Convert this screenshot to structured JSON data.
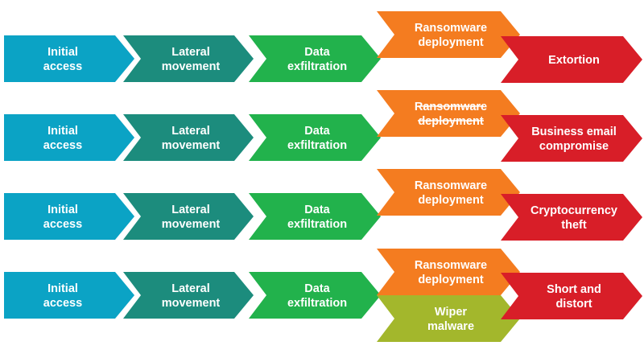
{
  "colors": {
    "initial": "#0ba3c5",
    "lateral": "#1c8c7d",
    "exfil": "#22b24c",
    "ransom": "#f47c20",
    "extortion": "#d81e28",
    "wiper": "#a3b72c"
  },
  "rows": [
    {
      "stages": [
        {
          "lines": [
            "Initial",
            "access"
          ],
          "color": "initial"
        },
        {
          "lines": [
            "Lateral",
            "movement"
          ],
          "color": "lateral"
        },
        {
          "lines": [
            "Data",
            "exfiltration"
          ],
          "color": "exfil"
        }
      ],
      "payloads": [
        {
          "lines": [
            "Ransomware",
            "deployment"
          ],
          "color": "ransom",
          "struck": false
        }
      ],
      "outcome": {
        "lines": [
          "Extortion"
        ],
        "color": "extortion"
      }
    },
    {
      "stages": [
        {
          "lines": [
            "Initial",
            "access"
          ],
          "color": "initial"
        },
        {
          "lines": [
            "Lateral",
            "movement"
          ],
          "color": "lateral"
        },
        {
          "lines": [
            "Data",
            "exfiltration"
          ],
          "color": "exfil"
        }
      ],
      "payloads": [
        {
          "lines": [
            "Ransomware",
            "deployment"
          ],
          "color": "ransom",
          "struck": true
        }
      ],
      "outcome": {
        "lines": [
          "Business email",
          "compromise"
        ],
        "color": "extortion"
      }
    },
    {
      "stages": [
        {
          "lines": [
            "Initial",
            "access"
          ],
          "color": "initial"
        },
        {
          "lines": [
            "Lateral",
            "movement"
          ],
          "color": "lateral"
        },
        {
          "lines": [
            "Data",
            "exfiltration"
          ],
          "color": "exfil"
        }
      ],
      "payloads": [
        {
          "lines": [
            "Ransomware",
            "deployment"
          ],
          "color": "ransom",
          "struck": false
        }
      ],
      "outcome": {
        "lines": [
          "Cryptocurrency",
          "theft"
        ],
        "color": "extortion"
      }
    },
    {
      "stages": [
        {
          "lines": [
            "Initial",
            "access"
          ],
          "color": "initial"
        },
        {
          "lines": [
            "Lateral",
            "movement"
          ],
          "color": "lateral"
        },
        {
          "lines": [
            "Data",
            "exfiltration"
          ],
          "color": "exfil"
        }
      ],
      "payloads": [
        {
          "lines": [
            "Ransomware",
            "deployment"
          ],
          "color": "ransom",
          "struck": false
        },
        {
          "lines": [
            "Wiper",
            "malware"
          ],
          "color": "wiper",
          "struck": false
        }
      ],
      "outcome": {
        "lines": [
          "Short and",
          "distort"
        ],
        "color": "extortion"
      }
    }
  ]
}
